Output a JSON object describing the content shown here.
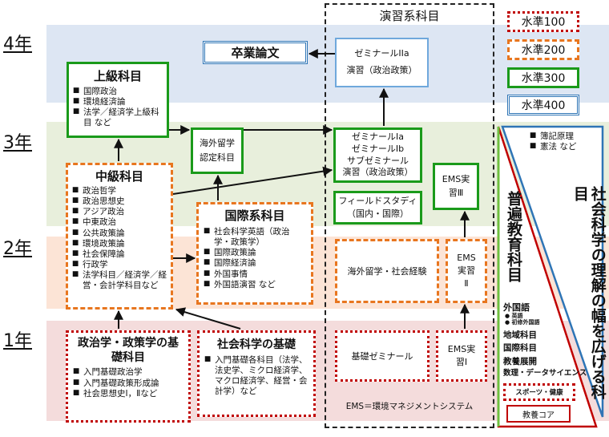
{
  "years": {
    "y4": "4年",
    "y3": "3年",
    "y2": "2年",
    "y1": "1年"
  },
  "seminar_header": "演習系科目",
  "legend": [
    "水準100",
    "水準200",
    "水準300",
    "水準400"
  ],
  "thesis": "卒業論文",
  "seminar2a": {
    "l1": "ゼミナールIIa",
    "l2": "演習（政治政策）"
  },
  "advanced": {
    "title": "上級科目",
    "items": [
      "国際政治",
      "環境経済論",
      "法学／経済学上級科目 など"
    ]
  },
  "study_abroad": {
    "l1": "海外留学",
    "l2": "認定科目"
  },
  "seminar1": {
    "l1": "ゼミナールIa",
    "l2": "ゼミナールIb",
    "l3": "サブゼミナール",
    "l4": "演習（政治政策）"
  },
  "field_study": {
    "l1": "フィールドスタディ",
    "l2": "（国内・国際）"
  },
  "ems3": {
    "l1": "EMS実",
    "l2": "習Ⅲ"
  },
  "intermediate": {
    "title": "中級科目",
    "items": [
      "政治哲学",
      "政治思想史",
      "アジア政治",
      "中東政治",
      "公共政策論",
      "環境政策論",
      "社会保障論",
      "行政学",
      "法学科目／経済学／経営・会計学科目など"
    ]
  },
  "international": {
    "title": "国際系科目",
    "items": [
      "社会科学英語（政治学・政策学）",
      "国際政策論",
      "国際経済論",
      "外国事情",
      "外国語演習 など"
    ]
  },
  "abroad_social": "海外留学・社会経験",
  "ems2": {
    "l1": "EMS",
    "l2": "実習",
    "l3": "Ⅱ"
  },
  "foundation_pol": {
    "title": "政治学・政策学の基礎科目",
    "items": [
      "入門基礎政治学",
      "入門基礎政策形成論",
      "社会思想史Ⅰ，Ⅱなど"
    ]
  },
  "foundation_soc": {
    "title": "社会科学の基礎",
    "items": [
      "入門基礎各科目（法学、法史学、ミクロ経済学、マクロ経済学、経営・会計学）など"
    ]
  },
  "basic_seminar": "基礎ゼミナール",
  "ems1": {
    "l1": "EMS実",
    "l2": "習Ⅰ"
  },
  "ems_note": "EMS＝環境マネジメントシステム",
  "general": {
    "vertical_title": "普遍教育科目",
    "top_items": [
      "簿記原理",
      "憲法 など"
    ],
    "social_title": "社会科学の理解の幅を広げる科目",
    "foreign": "外国語",
    "foreign_sub": [
      "英語",
      "初修外国語"
    ],
    "list": [
      "地域科目",
      "国際科目",
      "教養展開",
      "数理・データサイエンス"
    ],
    "sports": "スポーツ・健康",
    "core": "教養コア"
  },
  "colors": {
    "level100": "#c00000",
    "level200": "#e8761f",
    "level300": "#1a9a1a",
    "level400": "#2e75b6"
  }
}
